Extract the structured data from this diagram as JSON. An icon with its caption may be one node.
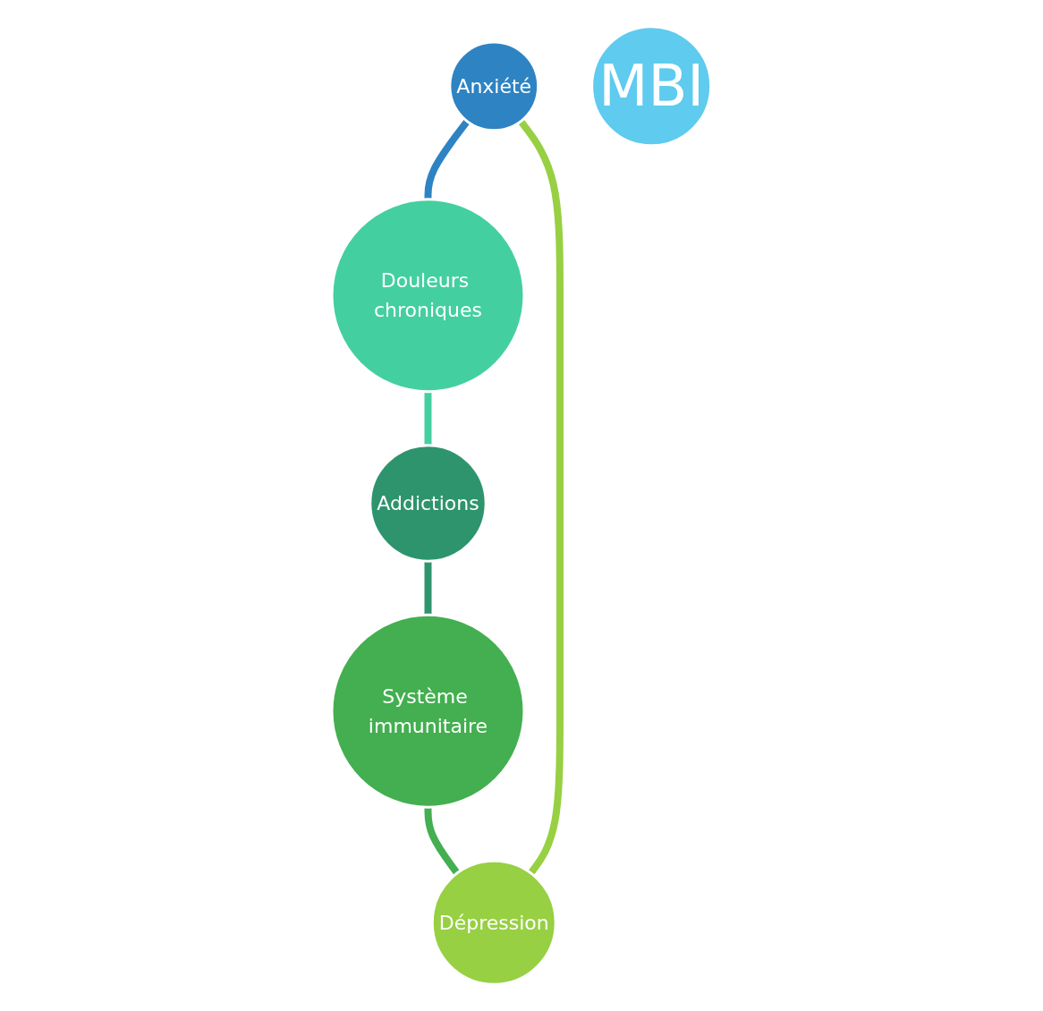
{
  "diagram": {
    "nodes": [
      {
        "text": [
          "Anxiété"
        ]
      },
      {
        "text": [
          "Douleurs chroniques"
        ]
      },
      {
        "text": [
          "Addictions"
        ]
      },
      {
        "text": [
          "Système immunitaire"
        ]
      },
      {
        "text": [
          "Dépression"
        ]
      },
      {
        "text": [
          "MBI"
        ]
      }
    ],
    "edges": [
      {
        "from": 0,
        "to": 1,
        "arrow": "none",
        "color": "#2e83c3"
      },
      {
        "from": 1,
        "to": 2,
        "arrow": "none",
        "color": "#44cfa1"
      },
      {
        "from": 2,
        "to": 3,
        "arrow": "none",
        "color": "#2e946d"
      },
      {
        "from": 3,
        "to": 4,
        "arrow": "none",
        "color": "#43af50"
      },
      {
        "from": 4,
        "to": 0,
        "arrow": "none",
        "color": "#97d042"
      }
    ]
  }
}
